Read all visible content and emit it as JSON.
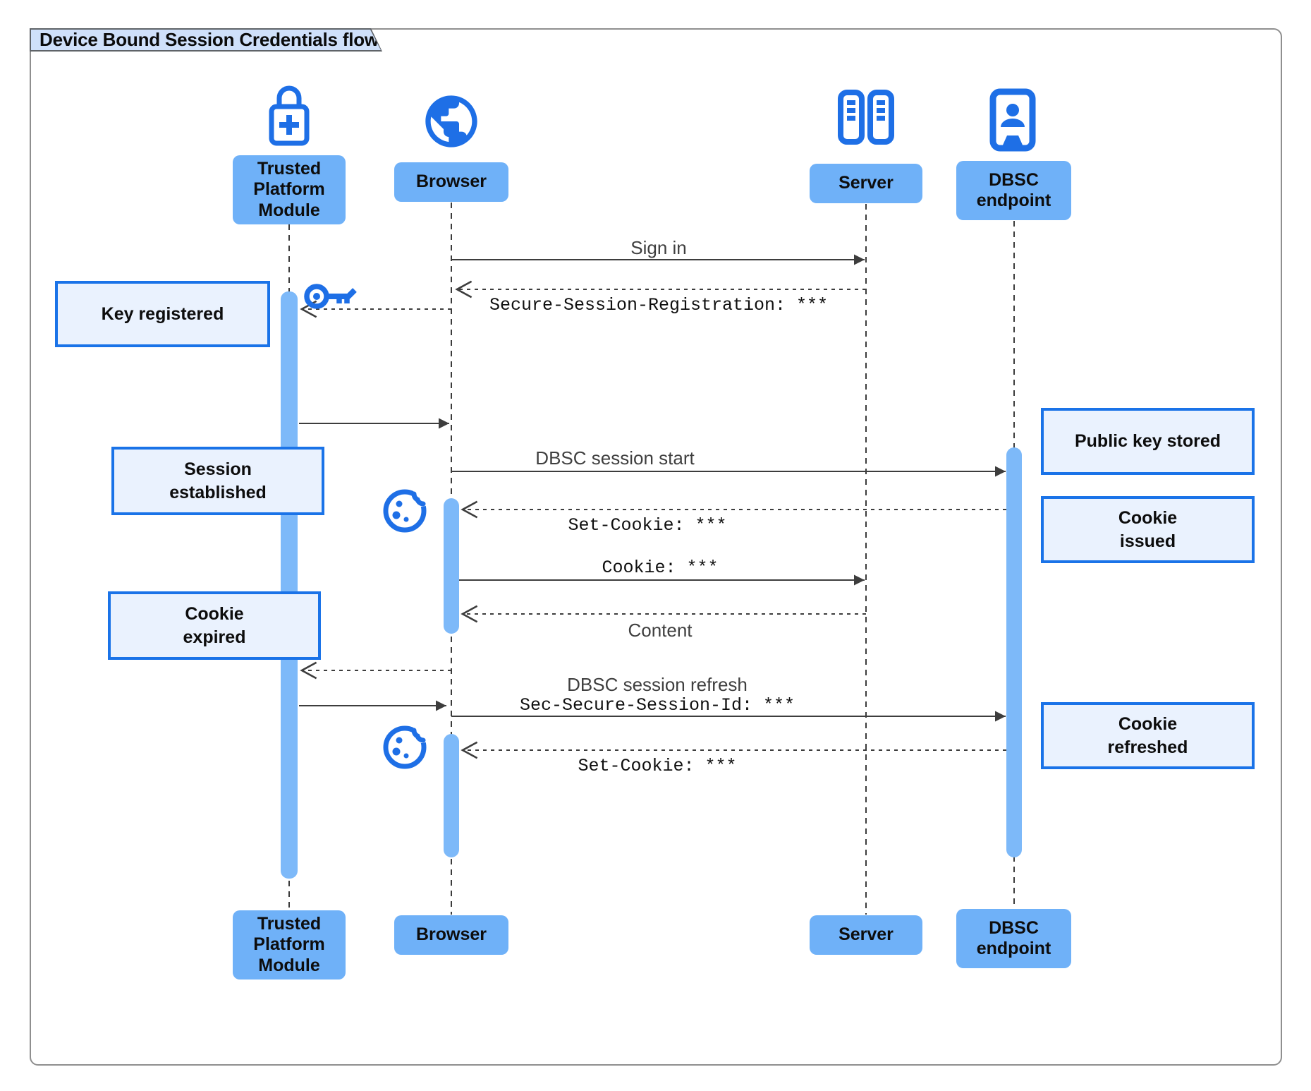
{
  "title": "Device Bound Session Credentials flow",
  "participants": {
    "tpm": {
      "label": "Trusted\nPlatform\nModule",
      "icon": "lock-plus-icon"
    },
    "browser": {
      "label": "Browser",
      "icon": "globe-icon"
    },
    "server": {
      "label": "Server",
      "icon": "server-racks-icon"
    },
    "dbsc": {
      "label": "DBSC\nendpoint",
      "icon": "person-endpoint-icon"
    }
  },
  "messages": {
    "sign_in": "Sign in",
    "secure_session_registration": "Secure-Session-Registration: ***",
    "dbsc_session_start": "DBSC session start",
    "set_cookie_1": "Set-Cookie: ***",
    "cookie": "Cookie: ***",
    "content": "Content",
    "dbsc_session_refresh": "DBSC session refresh",
    "sec_secure_session_id": "Sec-Secure-Session-Id: ***",
    "set_cookie_2": "Set-Cookie: ***"
  },
  "notes": {
    "key_registered": "Key registered",
    "session_established": "Session\nestablished",
    "cookie_expired": "Cookie\nexpired",
    "public_key_stored": "Public key stored",
    "cookie_issued": "Cookie\nissued",
    "cookie_refreshed": "Cookie\nrefreshed"
  },
  "colors": {
    "icon_blue": "#1e6fe6",
    "label_fill": "#6fb1f8",
    "activation_fill": "#7db9f9",
    "note_fill": "#eaf2fe",
    "note_border": "#1a73e8",
    "title_fill": "#cfe0fa",
    "line_color": "#3d3d3d"
  }
}
